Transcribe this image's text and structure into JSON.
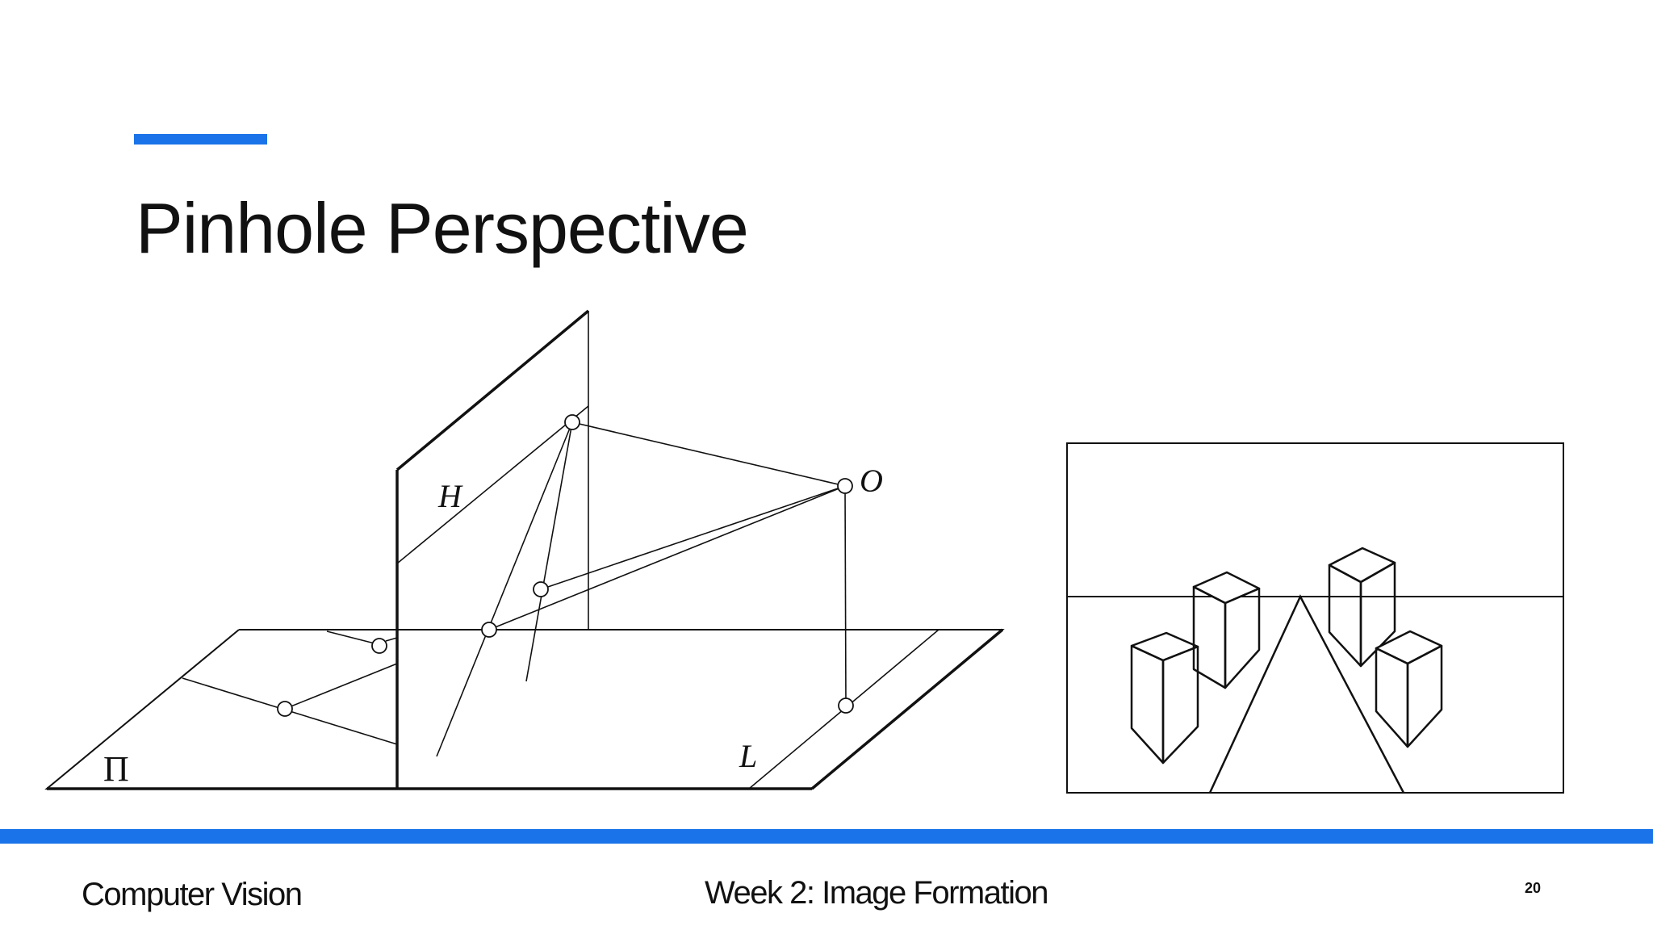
{
  "slide": {
    "title": "Pinhole Perspective",
    "accent_color": "#1a73e8"
  },
  "diagram": {
    "labels": {
      "horizon": "H",
      "center": "O",
      "ground_plane": "Π",
      "line": "L"
    }
  },
  "footer": {
    "course": "Computer Vision",
    "lecture": "Week 2: Image Formation",
    "page_number": "20"
  }
}
